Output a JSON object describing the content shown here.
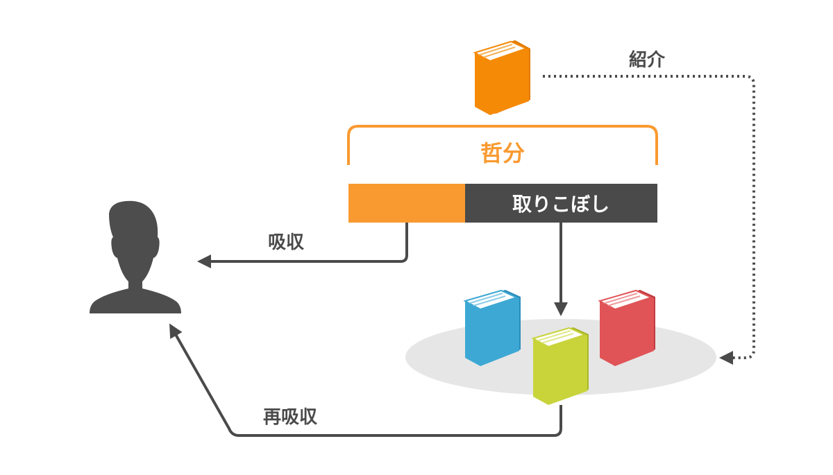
{
  "labels": {
    "bracket": "哲分",
    "bar_dark": "取りこぼし",
    "absorb": "吸収",
    "reabsorb": "再吸収",
    "introduce": "紹介"
  },
  "colors": {
    "orange": "#F99A30",
    "dark_gray": "#4A4A4A",
    "person": "#4D4D4D",
    "arrow": "#4A4A4A",
    "ellipse": "#E6E6E6",
    "book_orange": "#F58A07",
    "book_blue": "#3DA8D4",
    "book_green": "#C8D43A",
    "book_red": "#E05457"
  },
  "icons": [
    "person-icon",
    "book-icon"
  ]
}
